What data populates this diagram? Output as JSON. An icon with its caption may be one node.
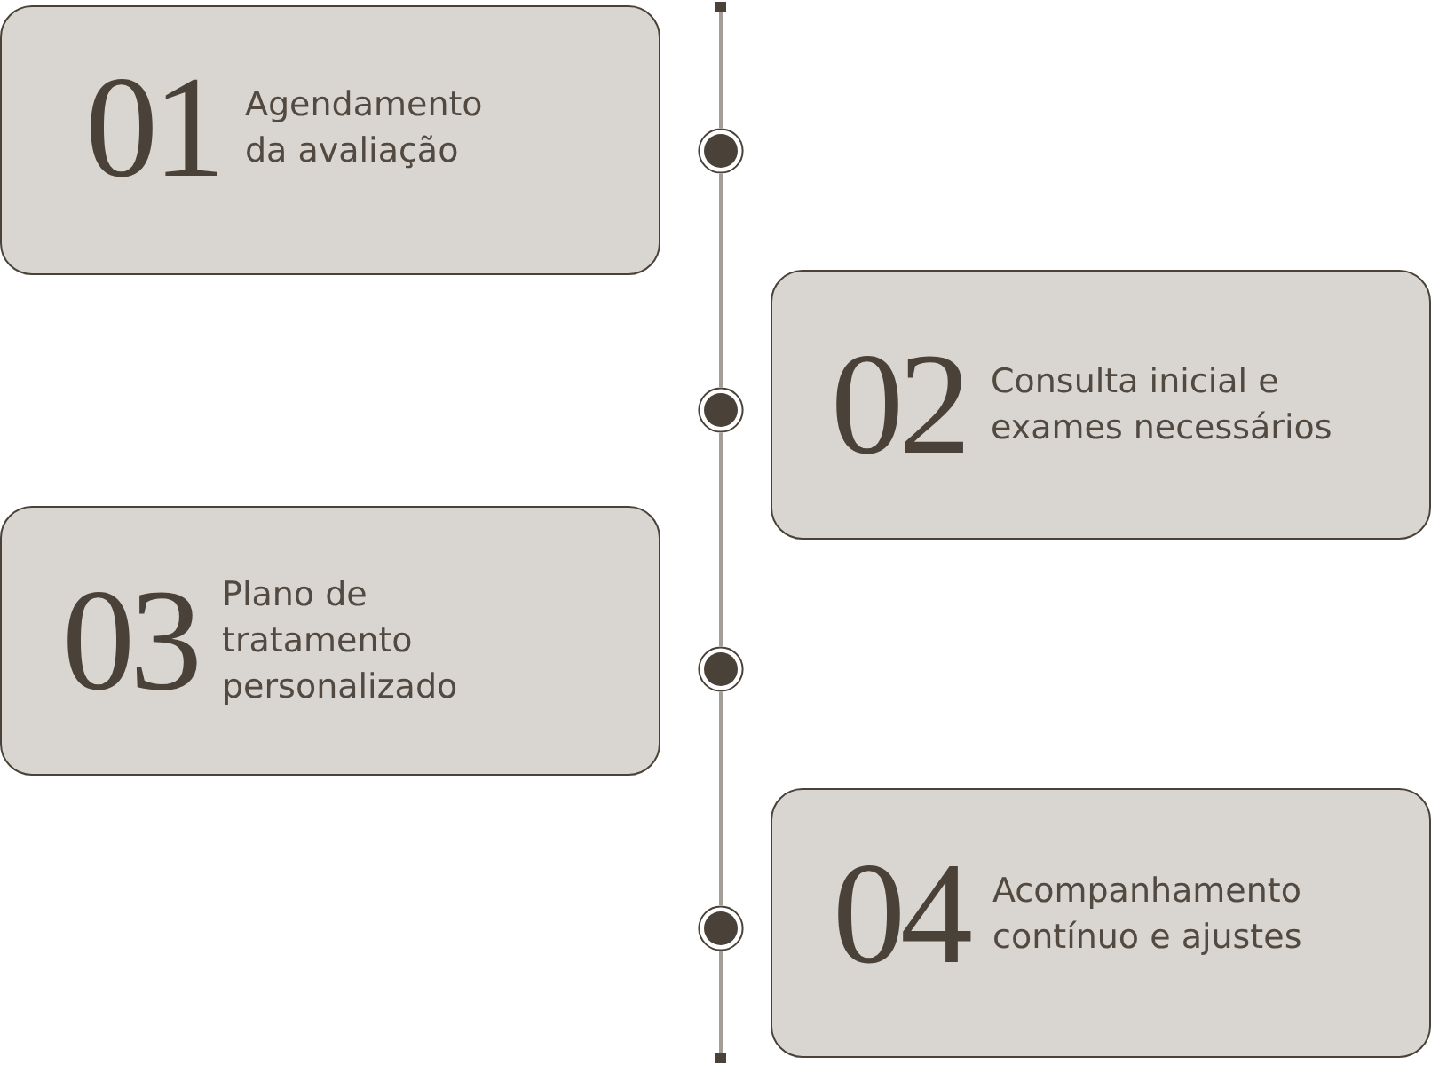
{
  "diagram": {
    "nodes": [
      {
        "text": [
          "01",
          "Agendamento da avaliação"
        ]
      },
      {
        "text": [
          "02",
          "Consulta inicial e exames necessários"
        ]
      },
      {
        "text": [
          "03",
          "Plano de tratamento personalizado"
        ]
      },
      {
        "text": [
          "04",
          "Acompanhamento contínuo e ajustes"
        ]
      },
      {
        "text": [],
        "shape": "box"
      },
      {
        "text": [],
        "shape": "circle"
      },
      {
        "text": [],
        "shape": "circle"
      },
      {
        "text": [],
        "shape": "circle"
      },
      {
        "text": [],
        "shape": "circle"
      },
      {
        "text": [],
        "shape": "box"
      }
    ],
    "edges": [
      {
        "from": 4,
        "to": 5,
        "arrow": "none"
      },
      {
        "from": 5,
        "to": 6,
        "arrow": "none"
      },
      {
        "from": 6,
        "to": 7,
        "arrow": "none"
      },
      {
        "from": 7,
        "to": 8,
        "arrow": "none"
      },
      {
        "from": 8,
        "to": 9,
        "arrow": "none"
      }
    ]
  }
}
